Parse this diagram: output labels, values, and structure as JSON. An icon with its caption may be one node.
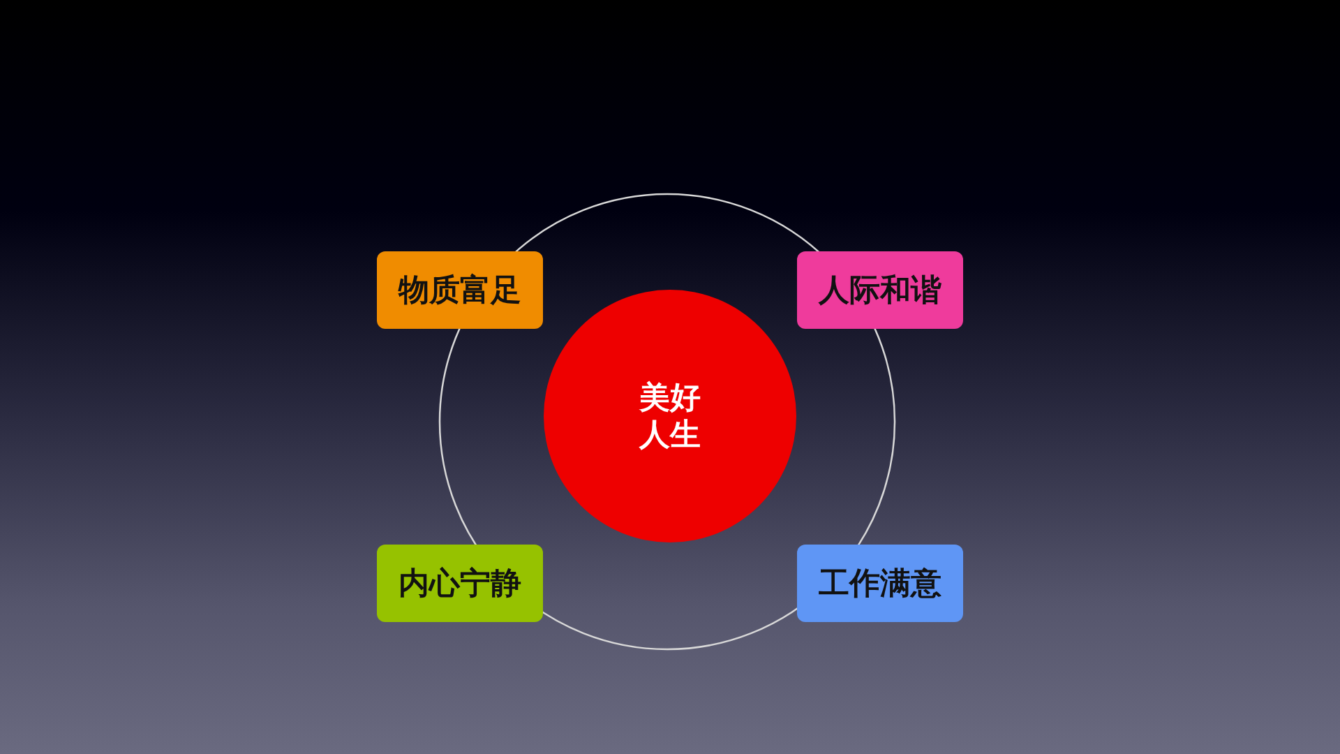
{
  "diagram": {
    "nodes": [
      {
        "text": [
          "物质富足"
        ]
      },
      {
        "text": [
          "人际和谐"
        ]
      },
      {
        "text": [
          "美好人生"
        ]
      },
      {
        "text": [
          "内心宁静"
        ]
      },
      {
        "text": [
          "工作满意"
        ]
      }
    ]
  }
}
